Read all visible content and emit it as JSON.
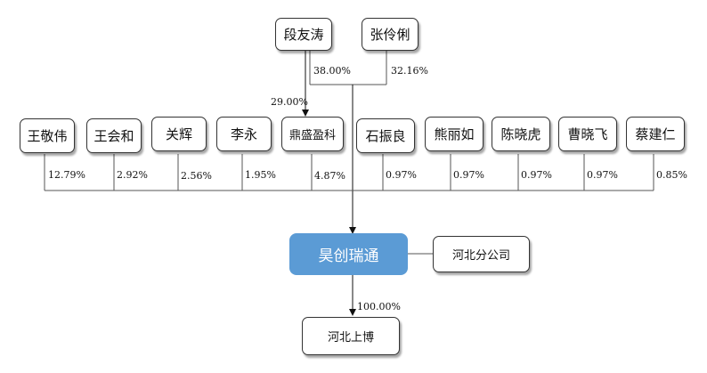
{
  "top_shareholders": [
    {
      "name": "段友涛",
      "pct": "38.00%"
    },
    {
      "name": "张伶俐",
      "pct": "32.16%"
    }
  ],
  "duan_to_dingsheng_pct": "29.00%",
  "shareholders": [
    {
      "name": "王敬伟",
      "pct": "12.79%"
    },
    {
      "name": "王会和",
      "pct": "2.92%"
    },
    {
      "name": "关辉",
      "pct": "2.56%"
    },
    {
      "name": "李永",
      "pct": "1.95%"
    },
    {
      "name": "鼎盛盈科",
      "pct": "4.87%"
    },
    {
      "name": "石振良",
      "pct": "0.97%"
    },
    {
      "name": "熊丽如",
      "pct": "0.97%"
    },
    {
      "name": "陈晓虎",
      "pct": "0.97%"
    },
    {
      "name": "曹晓飞",
      "pct": "0.97%"
    },
    {
      "name": "蔡建仁",
      "pct": "0.85%"
    }
  ],
  "company": {
    "name": "昊创瑞通",
    "color": "#5b9bd5"
  },
  "branch": {
    "name": "河北分公司"
  },
  "subsidiary": {
    "name": "河北上博",
    "pct": "100.00%"
  }
}
